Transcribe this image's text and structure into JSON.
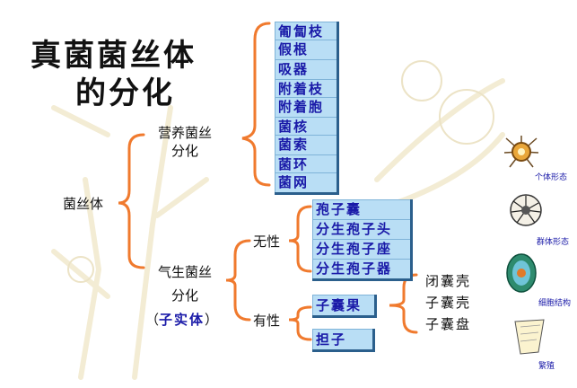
{
  "title_line1": "真菌菌丝体",
  "title_line2": "的分化",
  "root": "菌丝体",
  "vegetative": {
    "line1": "营养菌丝",
    "line2": "分化"
  },
  "aerial": {
    "line1": "气生菌丝",
    "line2": "分化",
    "note_open": "（",
    "note_text": "子实体",
    "note_close": "）"
  },
  "vegetative_items": [
    "匍匐枝",
    "假根",
    "吸器",
    "附着枝",
    "附着胞",
    "菌核",
    "菌索",
    "菌环",
    "菌网"
  ],
  "asexual_label": "无性",
  "asexual_items": [
    "孢子囊",
    "分生孢子头",
    "分生孢子座",
    "分生孢子器"
  ],
  "sexual_label": "有性",
  "sexual_items": [
    "子囊果",
    "担子"
  ],
  "ascocarp_types": [
    "闭囊壳",
    "子囊壳",
    "子囊盘"
  ],
  "side_captions": [
    "个体形态",
    "群体形态",
    "细胞结构",
    "繁殖"
  ],
  "colors": {
    "brace": "#f07a2e",
    "box_bg": "#b9def5",
    "box_text": "#1a1aa8"
  }
}
